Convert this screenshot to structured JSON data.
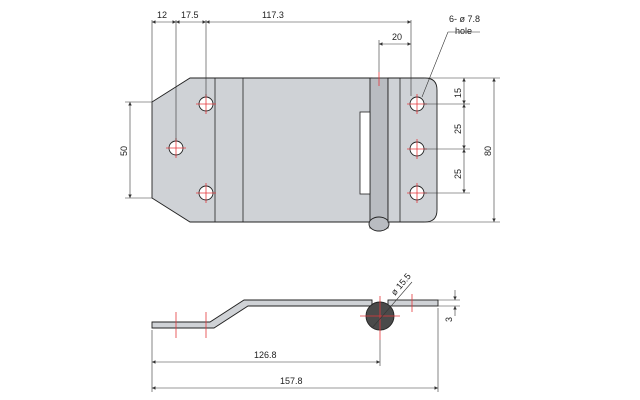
{
  "drawing": {
    "top_dims": {
      "d12": "12",
      "d17_5": "17.5",
      "d117_3": "117.3",
      "d20": "20",
      "hole_spec": "6- ø 7.8",
      "hole_word": "hole",
      "d15": "15",
      "d25a": "25",
      "d25b": "25",
      "d80": "80",
      "d50": "50"
    },
    "side_dims": {
      "d15_5": "ø 15.5",
      "d3": "3",
      "d126_8": "126.8",
      "d157_8": "157.8"
    },
    "colors": {
      "plate": "#cfd2d6",
      "centerline": "#e5383b",
      "dimension": "#333333"
    }
  }
}
